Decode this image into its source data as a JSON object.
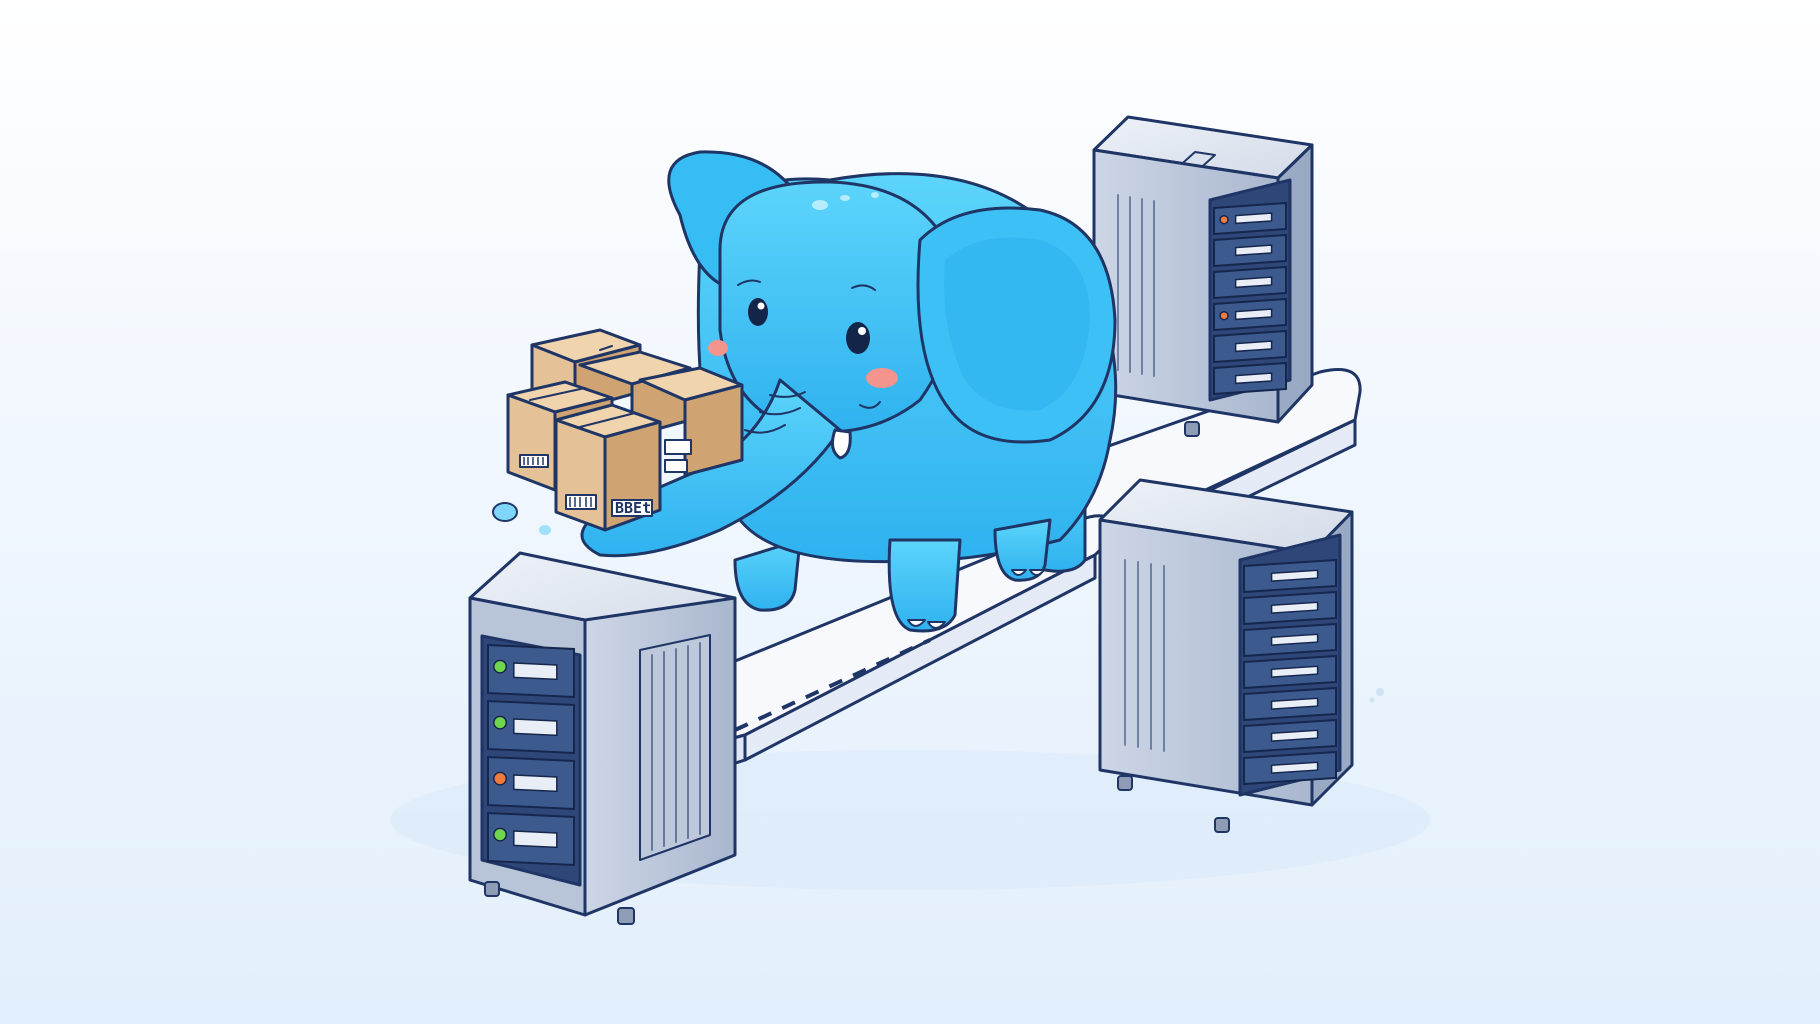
{
  "colors": {
    "elephant": "#3fc4f6",
    "elephant_shade": "#22a7e6",
    "box": "#e4c197",
    "box_side": "#cfa472",
    "server_body": "#c9d3e3",
    "server_front": "#2f4778",
    "led_green": "#6fd44e",
    "led_orange": "#f07a3a",
    "outline": "#1f3566",
    "cheek": "#f4948c"
  },
  "boxes": {
    "label_text": "BBEt"
  },
  "server_left": {
    "leds": [
      "green",
      "green",
      "orange",
      "green"
    ]
  },
  "server_back": {
    "leds": [
      "orange",
      "none",
      "none",
      "orange",
      "none",
      "none"
    ]
  },
  "server_right": {
    "leds": [
      "none",
      "none",
      "none",
      "none",
      "none",
      "none",
      "none"
    ]
  }
}
